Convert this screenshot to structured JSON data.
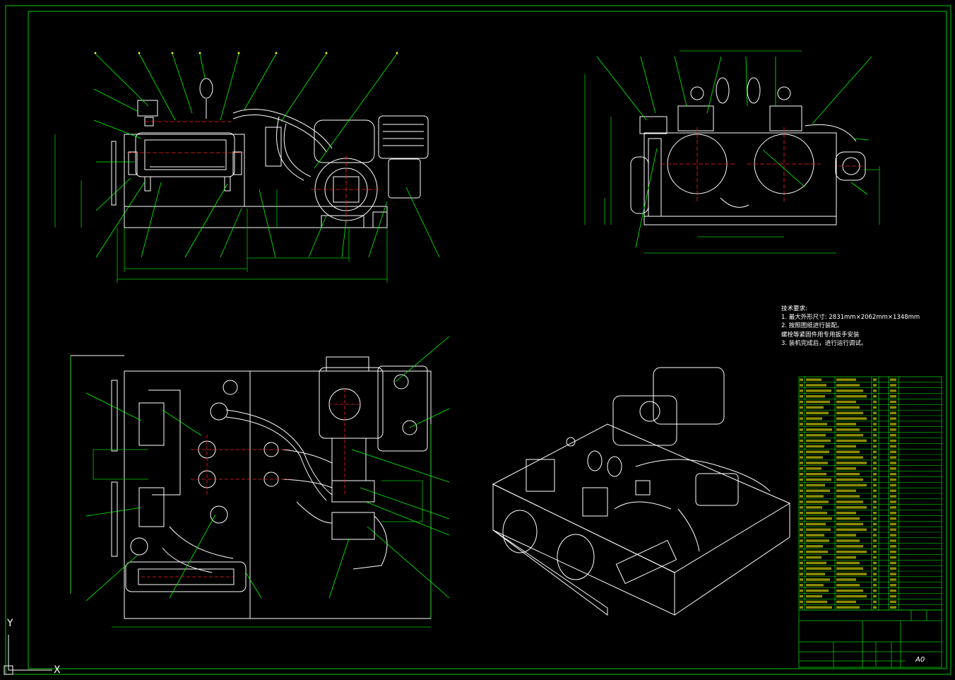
{
  "colors": {
    "background": "#000000",
    "frame": "#00c800",
    "linework": "#ffffff",
    "dimension": "#00c800",
    "centerline": "#ff2020",
    "leader": "#00ff00",
    "text_yellow": "#ffff00"
  },
  "technical_requirements": {
    "heading": "技术要求:",
    "items": [
      "1. 最大外形尺寸: 2831mm×2062mm×1348mm",
      "2. 按照图纸进行装配。",
      "螺栓等紧固件用专用扳手安装",
      "3. 装机完成后，进行运行调试。"
    ]
  },
  "title_block": {
    "sheet_size": "A0"
  },
  "ucs": {
    "x_label": "X",
    "y_label": "Y"
  },
  "icons": {
    "ucs": "ucs-axis-icon"
  }
}
